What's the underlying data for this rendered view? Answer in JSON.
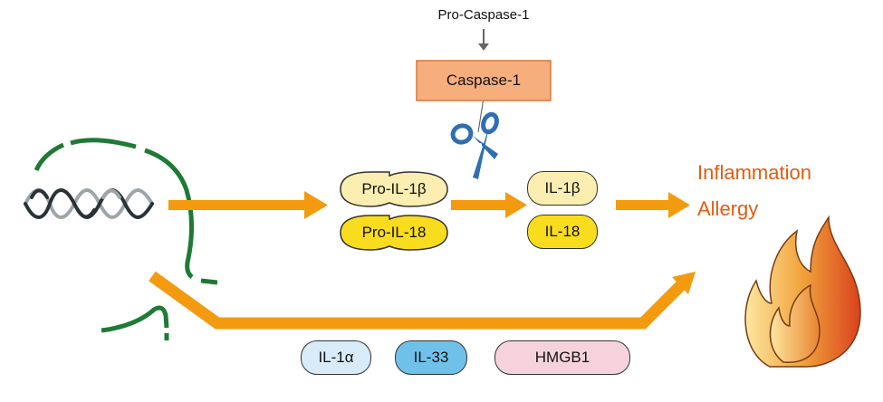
{
  "precursor": {
    "label": "Pro-Caspase-1"
  },
  "enzyme": {
    "label": "Caspase-1"
  },
  "pro_cytokines": [
    {
      "label": "Pro-IL-1β",
      "color": "#fbeeb0"
    },
    {
      "label": "Pro-IL-18",
      "color": "#f9dc1e"
    }
  ],
  "mature_cytokines": [
    {
      "label": "IL-1β",
      "color": "#fbeeb0"
    },
    {
      "label": "IL-18",
      "color": "#f9dc1e"
    }
  ],
  "outcomes": {
    "inflammation": "Inflammation",
    "allergy": "Allergy"
  },
  "alarmins": [
    {
      "label": "IL-1α",
      "color": "#d7ecf8"
    },
    {
      "label": "IL-33",
      "color": "#6fc1ea"
    },
    {
      "label": "HMGB1",
      "color": "#f6d3dc"
    }
  ],
  "colors": {
    "arrow": "#f39a0f",
    "membrane": "#1e7a35",
    "caspase_fill": "#f7ae7d",
    "caspase_border": "#d9773a",
    "scissors": "#2f6fb1",
    "outcome_text": "#e35b12",
    "dna_dark": "#2a3236",
    "dna_light": "#9ea5a9"
  },
  "icons": [
    "dna-helix-icon",
    "scissors-icon",
    "fire-icon"
  ]
}
